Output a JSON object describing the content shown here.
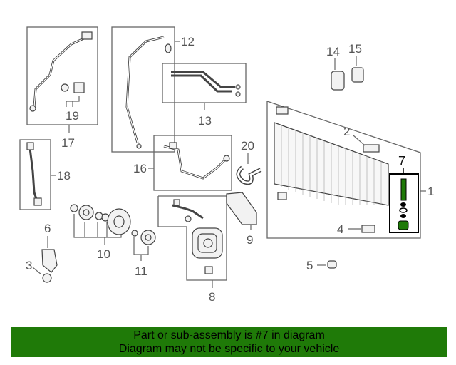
{
  "callouts": {
    "c1": "1",
    "c2": "2",
    "c3": "3",
    "c4": "4",
    "c5": "5",
    "c6": "6",
    "c7": "7",
    "c8": "8",
    "c9": "9",
    "c10": "10",
    "c11": "11",
    "c12": "12",
    "c13": "13",
    "c14": "14",
    "c15": "15",
    "c16": "16",
    "c17": "17",
    "c18": "18",
    "c19": "19",
    "c20": "20"
  },
  "highlight_color": "#000000",
  "banner": {
    "line1": "Part or sub-assembly is #7 in diagram",
    "line2": "Diagram may not be specific to your vehicle",
    "background": "#1f7a08"
  }
}
